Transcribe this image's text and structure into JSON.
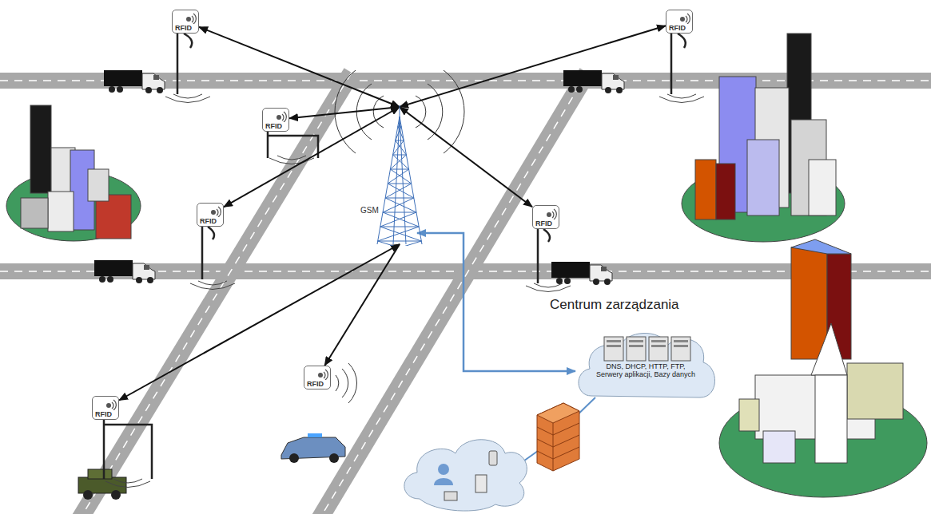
{
  "diagram": {
    "nodes": [
      {
        "text": [
          "RFID"
        ]
      },
      {
        "text": [
          "RFID"
        ]
      },
      {
        "text": [
          "RFID"
        ]
      },
      {
        "text": [
          "GSM"
        ]
      },
      {
        "text": [
          "RFID"
        ]
      },
      {
        "text": [
          "RFID"
        ]
      },
      {
        "text": [
          "RFID"
        ]
      },
      {
        "text": [
          "RFID"
        ]
      },
      {
        "text": [
          "Centrum zarządzania",
          "DNS, DHCP, HTTP, FTP, Serwery aplikacji, Bazy danych"
        ]
      }
    ],
    "edges": [
      {
        "from": 3,
        "to": 0,
        "arrow": "both"
      },
      {
        "from": 3,
        "to": 1,
        "arrow": "both"
      },
      {
        "from": 3,
        "to": 2,
        "arrow": "both"
      },
      {
        "from": 3,
        "to": 4,
        "arrow": "both"
      },
      {
        "from": 3,
        "to": 5,
        "arrow": "both"
      },
      {
        "from": 3,
        "to": 6,
        "arrow": "both"
      },
      {
        "from": 3,
        "to": 7,
        "arrow": "to"
      },
      {
        "from": 3,
        "to": 8,
        "arrow": "both"
      }
    ]
  }
}
